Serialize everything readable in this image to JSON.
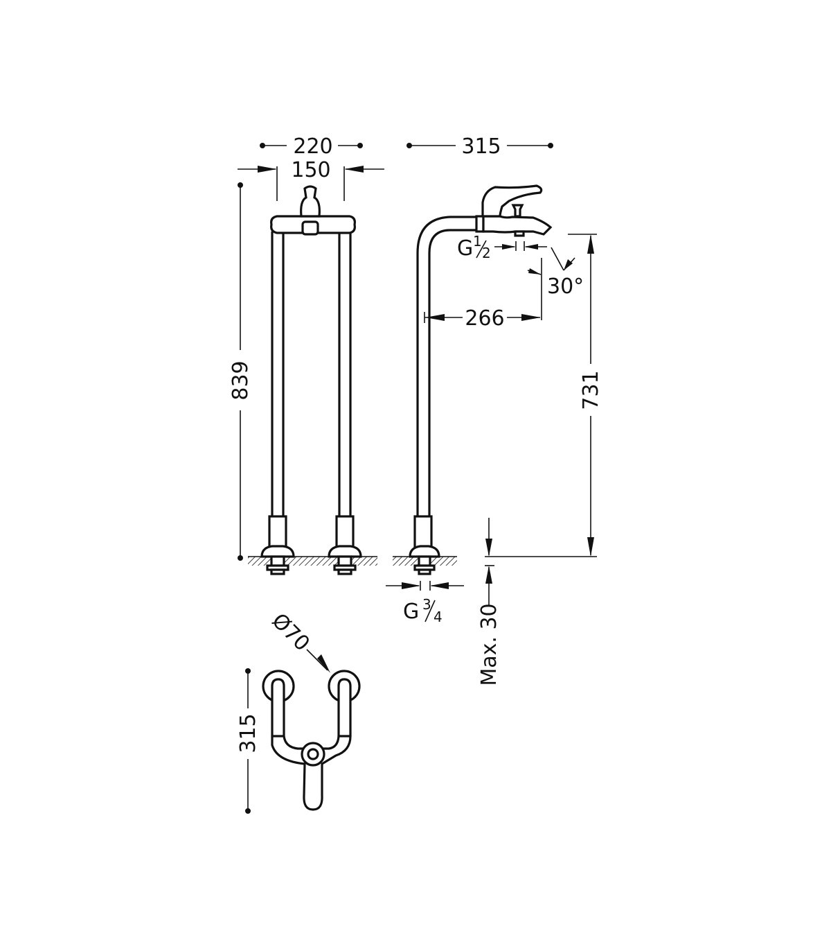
{
  "drawing": {
    "front_view": {
      "width_overall": "220",
      "inlet_spacing": "150",
      "height_overall": "839"
    },
    "side_view": {
      "depth_overall": "315",
      "outlet_thread_letter": "G",
      "outlet_thread_num": "1",
      "outlet_thread_den": "2",
      "spout_angle": "30°",
      "spout_reach": "266",
      "spout_height": "731",
      "inlet_thread_letter": "G",
      "inlet_thread_num": "3",
      "inlet_thread_den": "4",
      "floor_thickness": "Max. 30"
    },
    "top_view": {
      "flange_diameter": "Ø70",
      "depth": "315"
    }
  }
}
